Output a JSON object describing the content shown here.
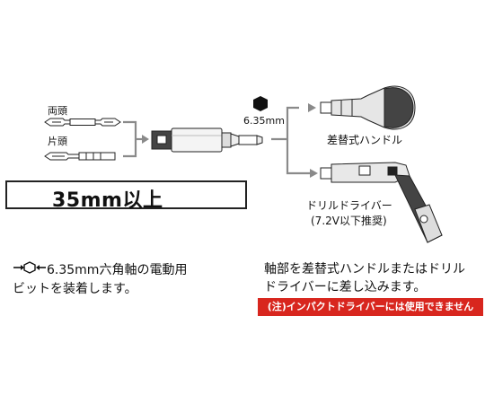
{
  "labels": {
    "double_end": "両頭",
    "single_end": "片頭",
    "hex_size": "6.35mm",
    "swap_handle": "差替式ハンドル",
    "drill_driver": "ドリルドライバー",
    "drill_driver_spec": "(7.2V以下推奨)"
  },
  "badge": {
    "text": "35mm以上"
  },
  "notes": {
    "left_line1": "6.35mm六角軸の電動用",
    "left_line2": "ビットを装着します。",
    "right_line1": "軸部を差替式ハンドルまたはドリル",
    "right_line2": "ドライバーに差し込みます。",
    "warning": "(注)インパクトドライバーには使用できません"
  },
  "colors": {
    "arrow": "#8a8a8a",
    "warning_bg": "#d8261e",
    "outline": "#222222"
  },
  "icons": [
    "hex-shaft-icon",
    "double-end-bit",
    "single-end-bit",
    "bit-holder",
    "driver-handle",
    "drill-driver"
  ]
}
